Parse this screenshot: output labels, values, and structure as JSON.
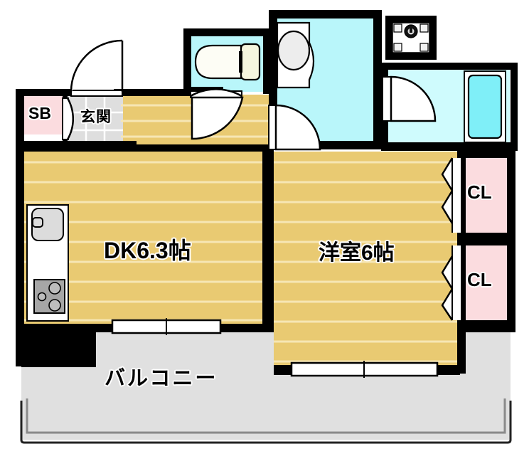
{
  "plan": {
    "type": "japanese-floor-plan",
    "title": "1DK apartment floor plan",
    "units": "jo (tatami mats)"
  },
  "colors": {
    "floor_wood": "#E9CA72",
    "floor_wood_line": "#F3DFA4",
    "wall": "#000000",
    "water_area": "#B9F6FA",
    "water_area_light": "#CFFBFD",
    "closet_pink": "#FBDCDF",
    "entrance_tile": "#DEDEDE",
    "balcony_gray": "#E0E0E0",
    "bathtub": "#7FEFF8",
    "stove_gray": "#A6A6A6",
    "sink_gray": "#DCDCDC",
    "white": "#FFFFFF"
  },
  "rooms": [
    {
      "id": "dk",
      "label": "DK6.3帖",
      "kind": "dining-kitchen",
      "floor": "wood"
    },
    {
      "id": "bedroom",
      "label": "洋室6帖",
      "kind": "western-room",
      "floor": "wood"
    },
    {
      "id": "balcony",
      "label": "バルコニー",
      "kind": "balcony",
      "floor": "concrete"
    },
    {
      "id": "entrance",
      "label": "玄関",
      "kind": "entrance",
      "floor": "tile"
    },
    {
      "id": "shoebox",
      "label": "SB",
      "kind": "shoe-box",
      "floor": "none"
    },
    {
      "id": "closet1",
      "label": "CL",
      "kind": "closet",
      "floor": "none"
    },
    {
      "id": "closet2",
      "label": "CL",
      "kind": "closet",
      "floor": "none"
    }
  ],
  "fixtures": [
    {
      "name": "toilet",
      "room": "wc"
    },
    {
      "name": "wash-basin",
      "room": "washroom"
    },
    {
      "name": "bathtub",
      "room": "bath"
    },
    {
      "name": "kitchen-sink",
      "room": "dk"
    },
    {
      "name": "gas-stove",
      "room": "dk"
    },
    {
      "name": "water-heater",
      "room": "utility"
    }
  ],
  "openings": [
    {
      "name": "entrance-door",
      "type": "hinged"
    },
    {
      "name": "hall-door",
      "type": "hinged"
    },
    {
      "name": "wc-door",
      "type": "hinged"
    },
    {
      "name": "washroom-door",
      "type": "hinged"
    },
    {
      "name": "bath-door",
      "type": "hinged"
    },
    {
      "name": "shoebox-door",
      "type": "hinged"
    },
    {
      "name": "dk-balcony-window",
      "type": "sliding"
    },
    {
      "name": "bedroom-balcony-window",
      "type": "sliding"
    },
    {
      "name": "closet-upper-door",
      "type": "folding"
    },
    {
      "name": "closet-lower-door",
      "type": "folding"
    }
  ]
}
